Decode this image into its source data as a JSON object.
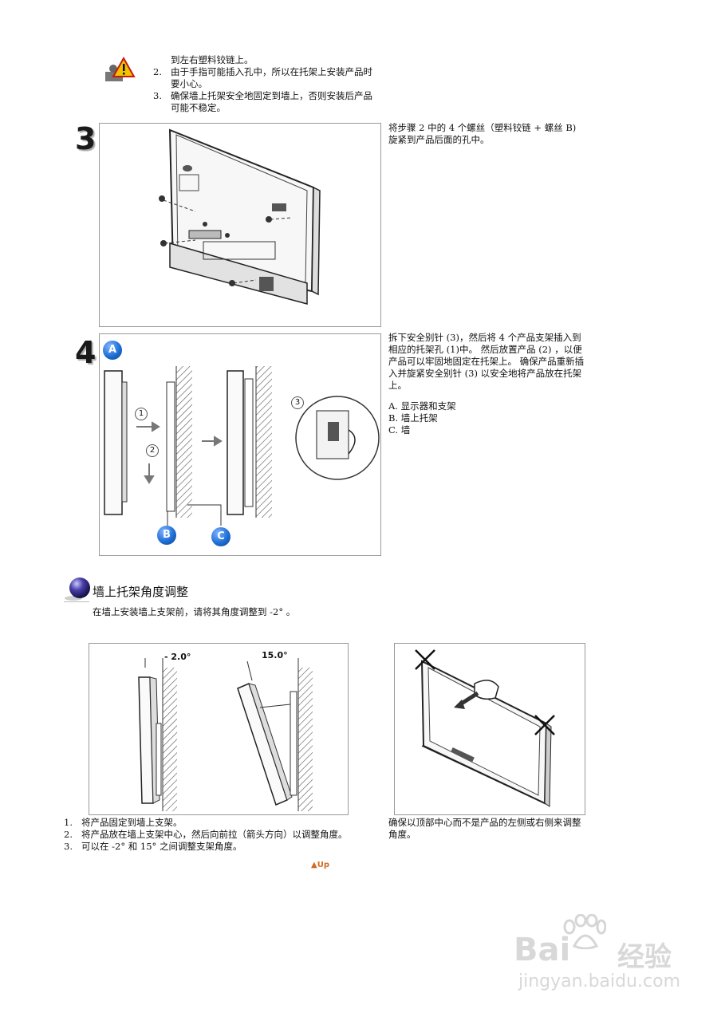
{
  "top_notes": {
    "line0": "到左右塑料铰链上。",
    "items": [
      {
        "num": "2.",
        "text": "由于手指可能插入孔中，所以在托架上安装产品时要小心。"
      },
      {
        "num": "3.",
        "text": "确保墙上托架安全地固定到墙上，否则安装后产品可能不稳定。"
      }
    ]
  },
  "step3": {
    "number": "3",
    "text": "将步骤 2 中的 4 个螺丝（塑料铰链 + 螺丝 B)旋紧到产品后面的孔中。"
  },
  "step4": {
    "number": "4",
    "text": "拆下安全别针 (3)，然后将 4 个产品支架插入到相应的托架孔 (1)中。 然后放置产品 (2) ，以便产品可以牢固地固定在托架上。 确保产品重新插入并旋紧安全别针 (3) 以安全地将产品放在托架上。",
    "legend": [
      "A.  显示器和支架",
      "B.  墙上托架",
      "C.  墙"
    ],
    "labels": {
      "a": "A",
      "b": "B",
      "c": "C",
      "n1": "1",
      "n2": "2",
      "n3": "3"
    }
  },
  "section": {
    "title": "墙上托架角度调整",
    "intro": "在墙上安装墙上支架前，请将其角度调整到 -2°  。",
    "angle_left": "- 2.0°",
    "angle_right": "15.0°",
    "items": [
      {
        "num": "1.",
        "text": "将产品固定到墙上支架。"
      },
      {
        "num": "2.",
        "text": "将产品放在墙上支架中心，然后向前拉（箭头方向）以调整角度。"
      },
      {
        "num": "3.",
        "text": "可以在 -2° 和 15°  之间调整支架角度。"
      }
    ],
    "right_note": "确保以顶部中心而不是产品的左侧或右侧来调整角度。"
  },
  "up_link": "Up",
  "watermark": {
    "brand_left": "Bai",
    "brand_right": "经验",
    "url": "jingyan.baidu.com"
  },
  "colors": {
    "accent_blue": "#1e6fd6",
    "warning_red": "#d42a1e",
    "up_orange": "#d2691e"
  }
}
